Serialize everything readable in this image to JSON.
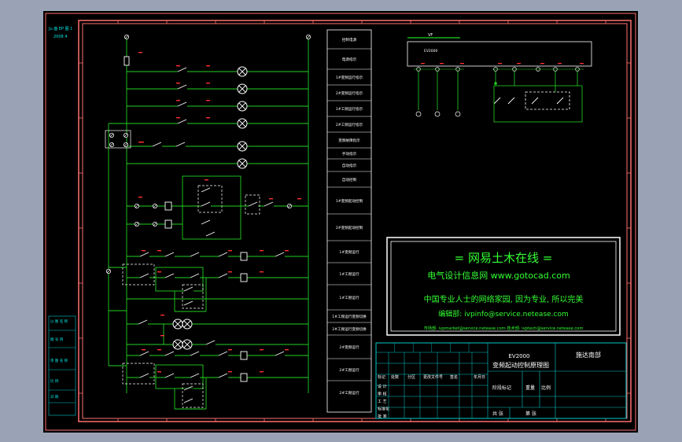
{
  "top_left_labels": [
    "Ju 面 EP 图 1",
    "2008 4"
  ],
  "left_strip_labels": [
    "以 图 名 称",
    "图 号 目",
    "审 图 名 称",
    "比 例",
    "日 期"
  ],
  "legend_rows": [
    "控制电源",
    "电源指示",
    "1#变频运行指示",
    "2#变频运行指示",
    "1#工频运行指示",
    "2#工频运行指示",
    "变频故障指示",
    "手动指示",
    "自动指示",
    "自动控制",
    "1#变频起动控制",
    "2#变频起动控制",
    "1#变频运行",
    "1#工频运行",
    "1#工频运行",
    "1#工频运行变频切换",
    "2#工频运行变频切换",
    "2#变频运行",
    "2#工频运行",
    "2#工频运行"
  ],
  "vfd": {
    "label": "VF",
    "model": "EV2000"
  },
  "watermark": {
    "title": "= 网易土木在线 =",
    "subtitle": "电气设计信息网 www.gotocad.com",
    "slogan": "中国专业人士的网络家园, 因为专业, 所以完美",
    "editor": "编辑部: ivpinfo@service.netease.com",
    "footer": "市场部: ivpmarket@service.netease.com 技术部: ivptech@service.netease.com"
  },
  "title_block": {
    "model": "EV2000",
    "drawing_title": "变频起动控制原理图",
    "company": "施达南部",
    "headers": [
      "标记",
      "处数",
      "分区",
      "更改文件号",
      "签名",
      "年月日"
    ],
    "rows": [
      "设 计",
      "审 核",
      "工 艺",
      "标准化",
      "批 准"
    ],
    "stage_label": "阶段标记",
    "weight_label": "重量",
    "scale_label": "比例",
    "sheets_label": "共 张",
    "sheet_label": "第 张"
  },
  "colors": {
    "background": "#000000",
    "page": "#9aa3b6",
    "frame": "#ff6f6f",
    "wire": "#22d122",
    "component": "#ffffff",
    "label": "#ff3030",
    "watermark_text": "#33ff33",
    "title_block": "#00c8c8"
  }
}
